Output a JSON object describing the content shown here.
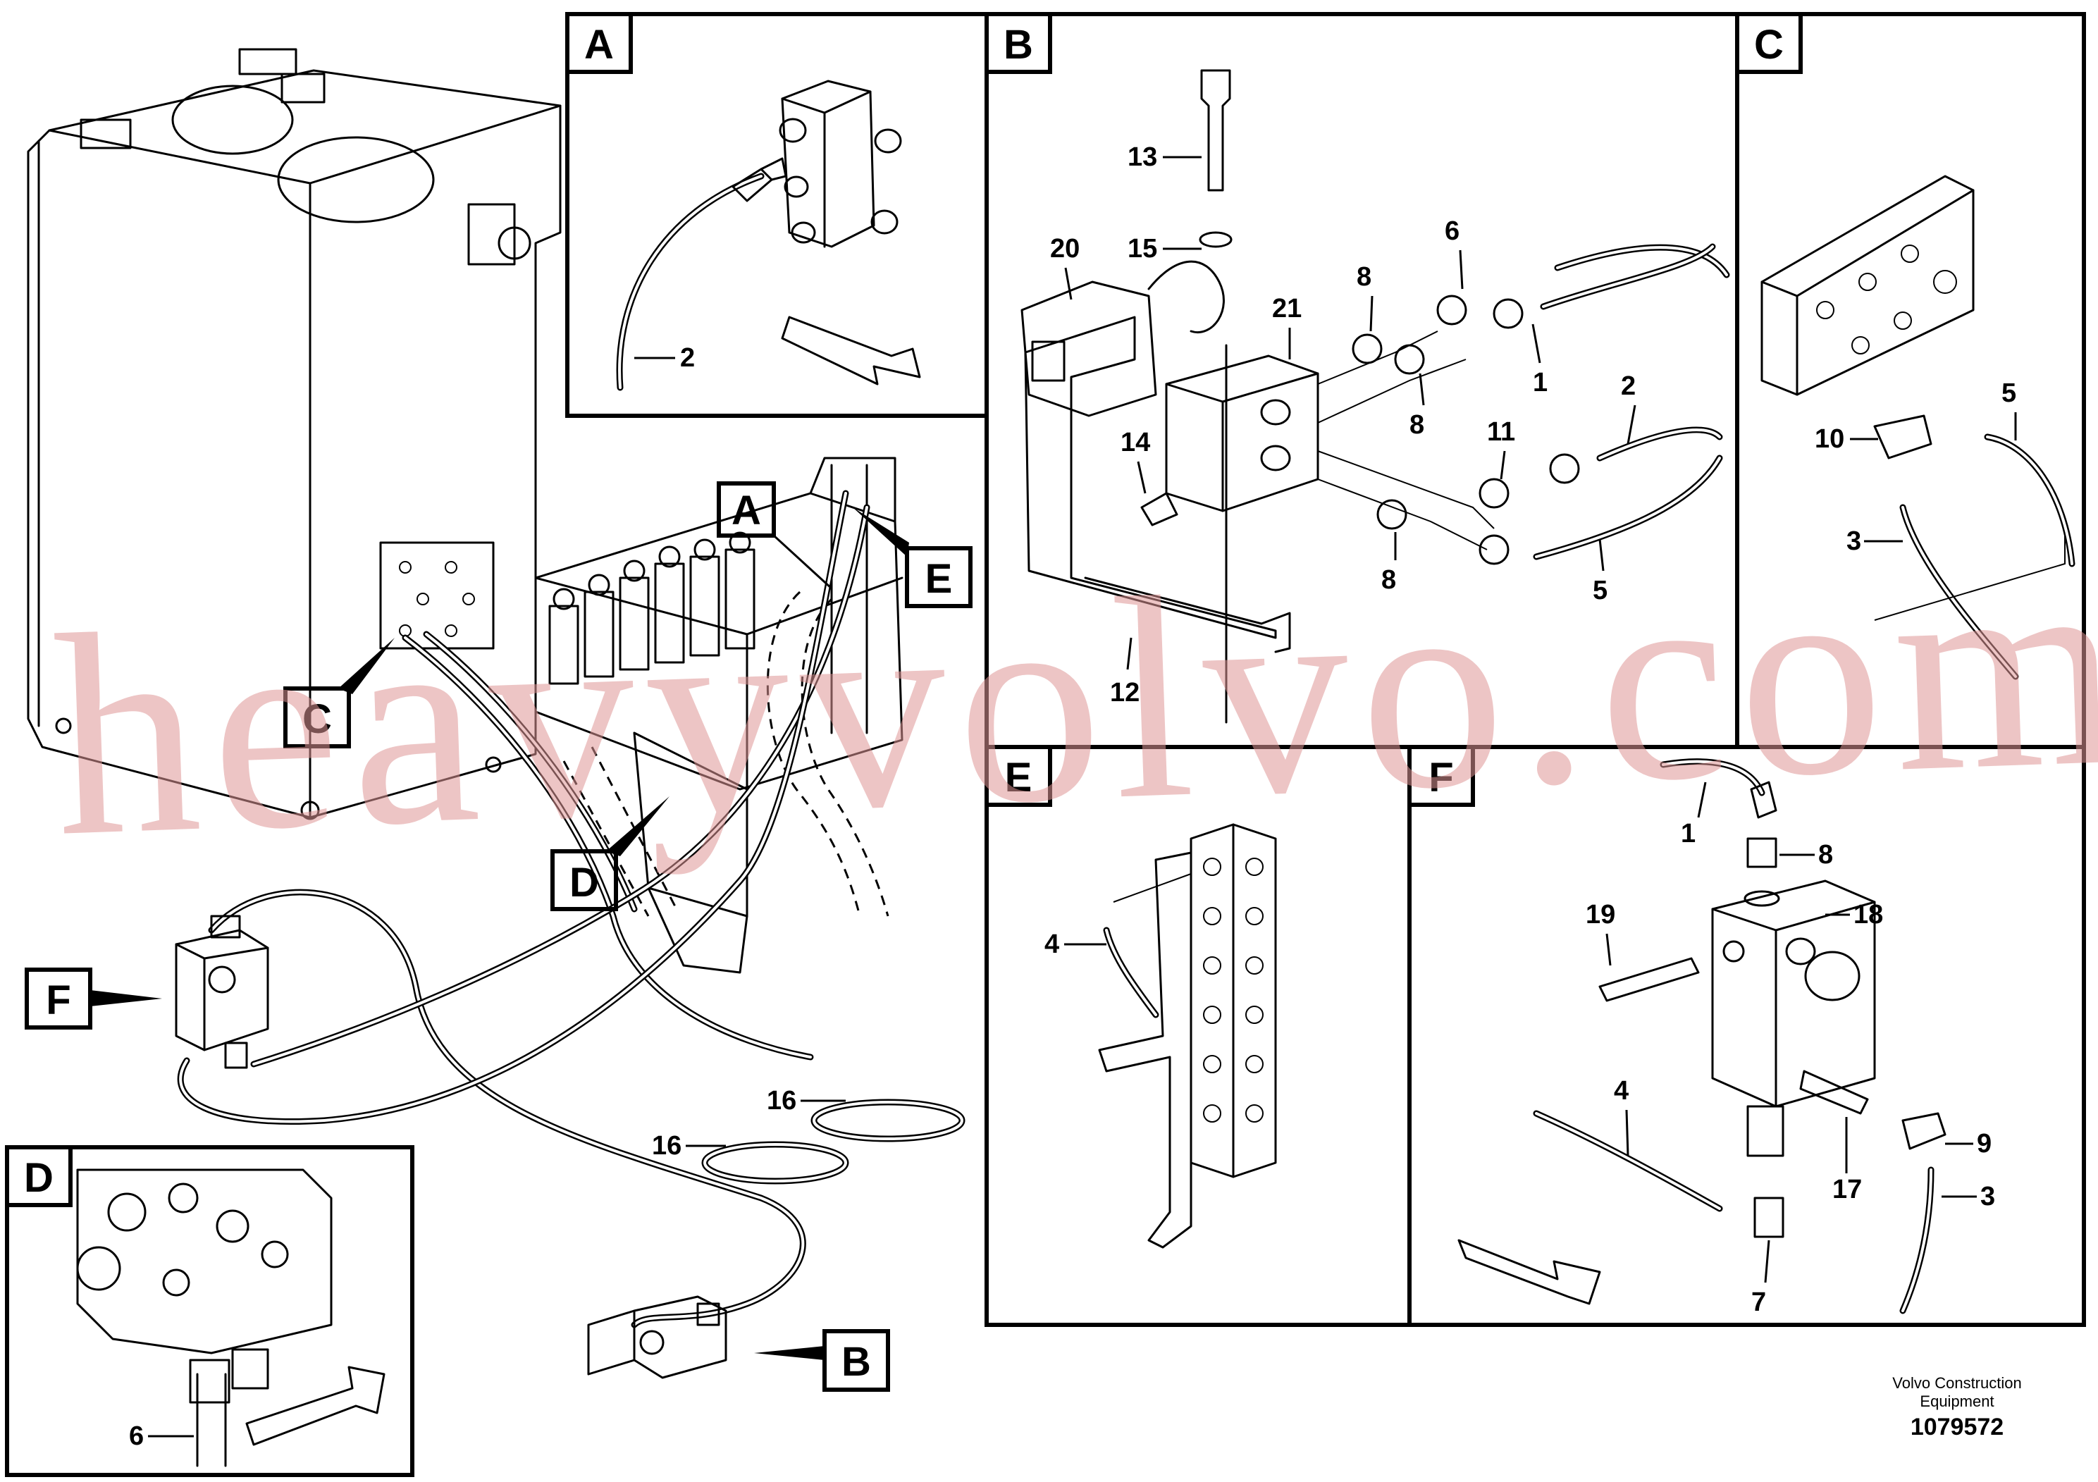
{
  "panels": [
    {
      "id": "A",
      "label": "A"
    },
    {
      "id": "B",
      "label": "B"
    },
    {
      "id": "C",
      "label": "C"
    },
    {
      "id": "D",
      "label": "D"
    },
    {
      "id": "E",
      "label": "E"
    },
    {
      "id": "F",
      "label": "F"
    }
  ],
  "overview_tags": [
    {
      "id": "A",
      "label": "A"
    },
    {
      "id": "B",
      "label": "B"
    },
    {
      "id": "C",
      "label": "C"
    },
    {
      "id": "D",
      "label": "D"
    },
    {
      "id": "E",
      "label": "E"
    },
    {
      "id": "F",
      "label": "F"
    }
  ],
  "callouts": {
    "a_2": "2",
    "b_13": "13",
    "b_15": "15",
    "b_20": "20",
    "b_6": "6",
    "b_8a": "8",
    "b_21": "21",
    "b_8b": "8",
    "b_1": "1",
    "b_2": "2",
    "b_14": "14",
    "b_11": "11",
    "b_8c": "8",
    "b_5": "5",
    "b_12": "12",
    "c_5": "5",
    "c_10": "10",
    "c_3": "3",
    "e_4": "4",
    "f_1": "1",
    "f_8": "8",
    "f_19": "19",
    "f_18": "18",
    "f_4": "4",
    "f_9": "9",
    "f_17": "17",
    "f_3": "3",
    "f_7": "7",
    "main_16a": "16",
    "main_16b": "16",
    "d_6": "6"
  },
  "footer": {
    "maker": "Volvo Construction Equipment",
    "code": "1079572"
  },
  "watermark": "heavyvolvo.com"
}
